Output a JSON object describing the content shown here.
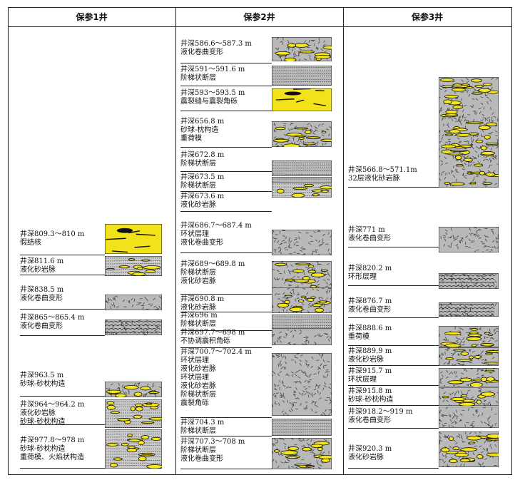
{
  "headers": [
    "保参1井",
    "保参2井",
    "保参3井"
  ],
  "samples": [
    {
      "col": 0,
      "lines": [
        "井深809.3～810 m",
        "假结核"
      ],
      "pattern": "yellow-blocks"
    },
    {
      "col": 0,
      "lines": [
        "井深811.6 m",
        "液化砂岩脉"
      ],
      "pattern": "dots-swirl"
    },
    {
      "col": 0,
      "lines": [
        "井深838.5 m",
        "液化卷曲变形"
      ],
      "pattern": "gray-dash"
    },
    {
      "col": 0,
      "lines": [
        "井深865～865.4 m",
        "液化卷曲变形"
      ],
      "pattern": "gray-wavy"
    },
    {
      "col": 0,
      "lines": [
        "井深963.5 m",
        "砂球-砂枕构造"
      ],
      "pattern": "gray-yellow"
    },
    {
      "col": 0,
      "lines": [
        "井深964～964.2 m",
        "液化砂岩脉",
        "砂球-砂枕构造"
      ],
      "pattern": "dots-yellow"
    },
    {
      "col": 0,
      "lines": [
        "井深977.8～978 m",
        "砂球-砂枕构造",
        "重荷模、火焰状构造"
      ],
      "pattern": "dots-yellow"
    },
    {
      "col": 1,
      "lines": [
        "井深586.6～587.3 m",
        "液化卷曲变形"
      ],
      "pattern": "gray-yellow"
    },
    {
      "col": 1,
      "lines": [
        "井深591～591.6 m",
        "阶梯状断层"
      ],
      "pattern": "gray-stripe"
    },
    {
      "col": 1,
      "lines": [
        "井深593～593.5 m",
        "震裂缝与震裂角砾"
      ],
      "pattern": "yellow-blocks"
    },
    {
      "col": 1,
      "lines": [
        "井深656.8 m",
        "砂球-枕构造",
        "重荷模"
      ],
      "pattern": "gray-yellow"
    },
    {
      "col": 1,
      "lines": [
        "井深672.8 m",
        "阶梯状断层"
      ],
      "pattern": "gray-stripe"
    },
    {
      "col": 1,
      "lines": [
        "井深673.5 m",
        "阶梯状断层"
      ],
      "pattern": "gray-stripe"
    },
    {
      "col": 1,
      "lines": [
        "井深673.6 m",
        "液化砂岩脉"
      ],
      "pattern": "dots-yellow"
    },
    {
      "col": 1,
      "lines": [
        "井深686.7～687.4 m",
        "环状层理",
        "液化卷曲变形"
      ],
      "pattern": "gray-dash"
    },
    {
      "col": 1,
      "lines": [
        "井深689～689.8 m",
        "阶梯状断层",
        "液化砂岩脉"
      ],
      "pattern": "gray-yellow"
    },
    {
      "col": 1,
      "lines": [
        "井深690.8 m",
        "液化砂岩脉"
      ],
      "pattern": "gray-yellow"
    },
    {
      "col": 1,
      "lines": [
        "井深696 m",
        "阶梯状断层"
      ],
      "pattern": "gray-stripe"
    },
    {
      "col": 1,
      "lines": [
        "井深697.7～698 m",
        "不协调震积角砾"
      ],
      "pattern": "gray-dash"
    },
    {
      "col": 1,
      "lines": [
        "井深700.7～702.4 m",
        "环状层理",
        "液化砂岩脉",
        "环状层理",
        "液化砂岩脉",
        "阶梯状断层",
        "震裂角砾"
      ],
      "pattern": "gray-dash"
    },
    {
      "col": 1,
      "lines": [
        "井深704.3 m",
        "阶梯状断层"
      ],
      "pattern": "gray-stripe"
    },
    {
      "col": 1,
      "lines": [
        "井深707.3～708 m",
        "阶梯状断层",
        "液化卷曲变形"
      ],
      "pattern": "gray-yellow"
    },
    {
      "col": 2,
      "lines": [
        "井深566.8～571.1m",
        "32层液化砂岩脉"
      ],
      "pattern": "gray-yellow"
    },
    {
      "col": 2,
      "lines": [
        "井深771 m",
        "液化卷曲变形"
      ],
      "pattern": "gray-dash"
    },
    {
      "col": 2,
      "lines": [
        "井深820.2 m",
        "环形层理"
      ],
      "pattern": "gray-wavy"
    },
    {
      "col": 2,
      "lines": [
        "井深876.7 m",
        "液化卷曲变形"
      ],
      "pattern": "gray-wavy"
    },
    {
      "col": 2,
      "lines": [
        "井深888.6 m",
        "重荷模"
      ],
      "pattern": "gray-yellow"
    },
    {
      "col": 2,
      "lines": [
        "井深889.9 m",
        "液化砂岩脉"
      ],
      "pattern": "gray-yellow"
    },
    {
      "col": 2,
      "lines": [
        "井深915.7 m",
        "环状层理"
      ],
      "pattern": "gray-yellow"
    },
    {
      "col": 2,
      "lines": [
        "井深915.8 m",
        "砂球-砂枕构造"
      ],
      "pattern": "gray-yellow"
    },
    {
      "col": 2,
      "lines": [
        "井深918.2～919 m",
        "液化卷曲变形"
      ],
      "pattern": "gray-dash"
    },
    {
      "col": 2,
      "lines": [
        "井深920.3 m",
        "液化砂岩脉"
      ],
      "pattern": "gray-yellow"
    }
  ]
}
